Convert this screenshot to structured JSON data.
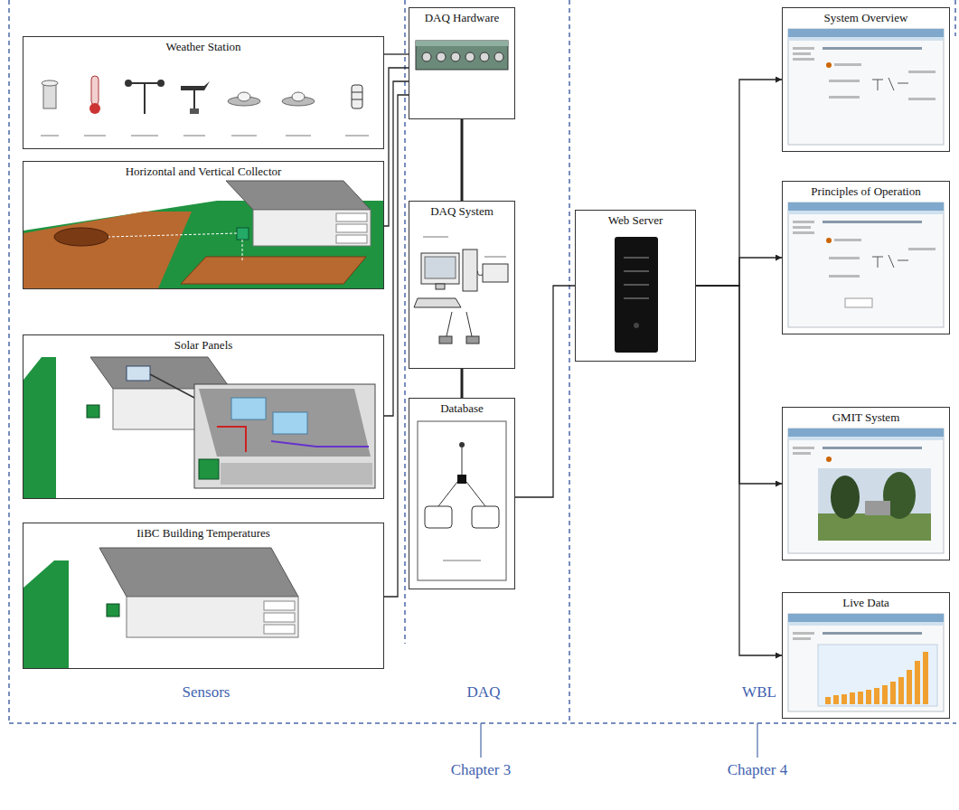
{
  "diagram": {
    "nodes": [
      {
        "text": [
          "Weather Station"
        ]
      },
      {
        "text": [
          "Horizontal and Vertical Collector"
        ]
      },
      {
        "text": [
          "Solar Panels"
        ]
      },
      {
        "text": [
          "IiBC Building Temperatures"
        ]
      },
      {
        "text": [
          "DAQ Hardware"
        ]
      },
      {
        "text": [
          "DAQ System"
        ]
      },
      {
        "text": [
          "Database"
        ]
      },
      {
        "text": [
          "Web Server"
        ]
      },
      {
        "text": [
          "System Overview"
        ]
      },
      {
        "text": [
          "Principles of Operation"
        ]
      },
      {
        "text": [
          "GMIT System"
        ]
      },
      {
        "text": [
          "Live Data"
        ]
      }
    ],
    "edges": [
      {
        "from": 0,
        "to": 4,
        "arrow": "none"
      },
      {
        "from": 1,
        "to": 4,
        "arrow": "none"
      },
      {
        "from": 2,
        "to": 4,
        "arrow": "none"
      },
      {
        "from": 3,
        "to": 4,
        "arrow": "none"
      },
      {
        "from": 4,
        "to": 5,
        "arrow": "none"
      },
      {
        "from": 5,
        "to": 6,
        "arrow": "none"
      },
      {
        "from": 6,
        "to": 7,
        "arrow": "none"
      },
      {
        "from": 7,
        "to": 8,
        "arrow": "to"
      },
      {
        "from": 7,
        "to": 9,
        "arrow": "to"
      },
      {
        "from": 7,
        "to": 10,
        "arrow": "to"
      },
      {
        "from": 7,
        "to": 11,
        "arrow": "to"
      }
    ],
    "labels": [
      "Sensors",
      "DAQ",
      "WBL",
      "Chapter 3",
      "Chapter 4"
    ]
  }
}
